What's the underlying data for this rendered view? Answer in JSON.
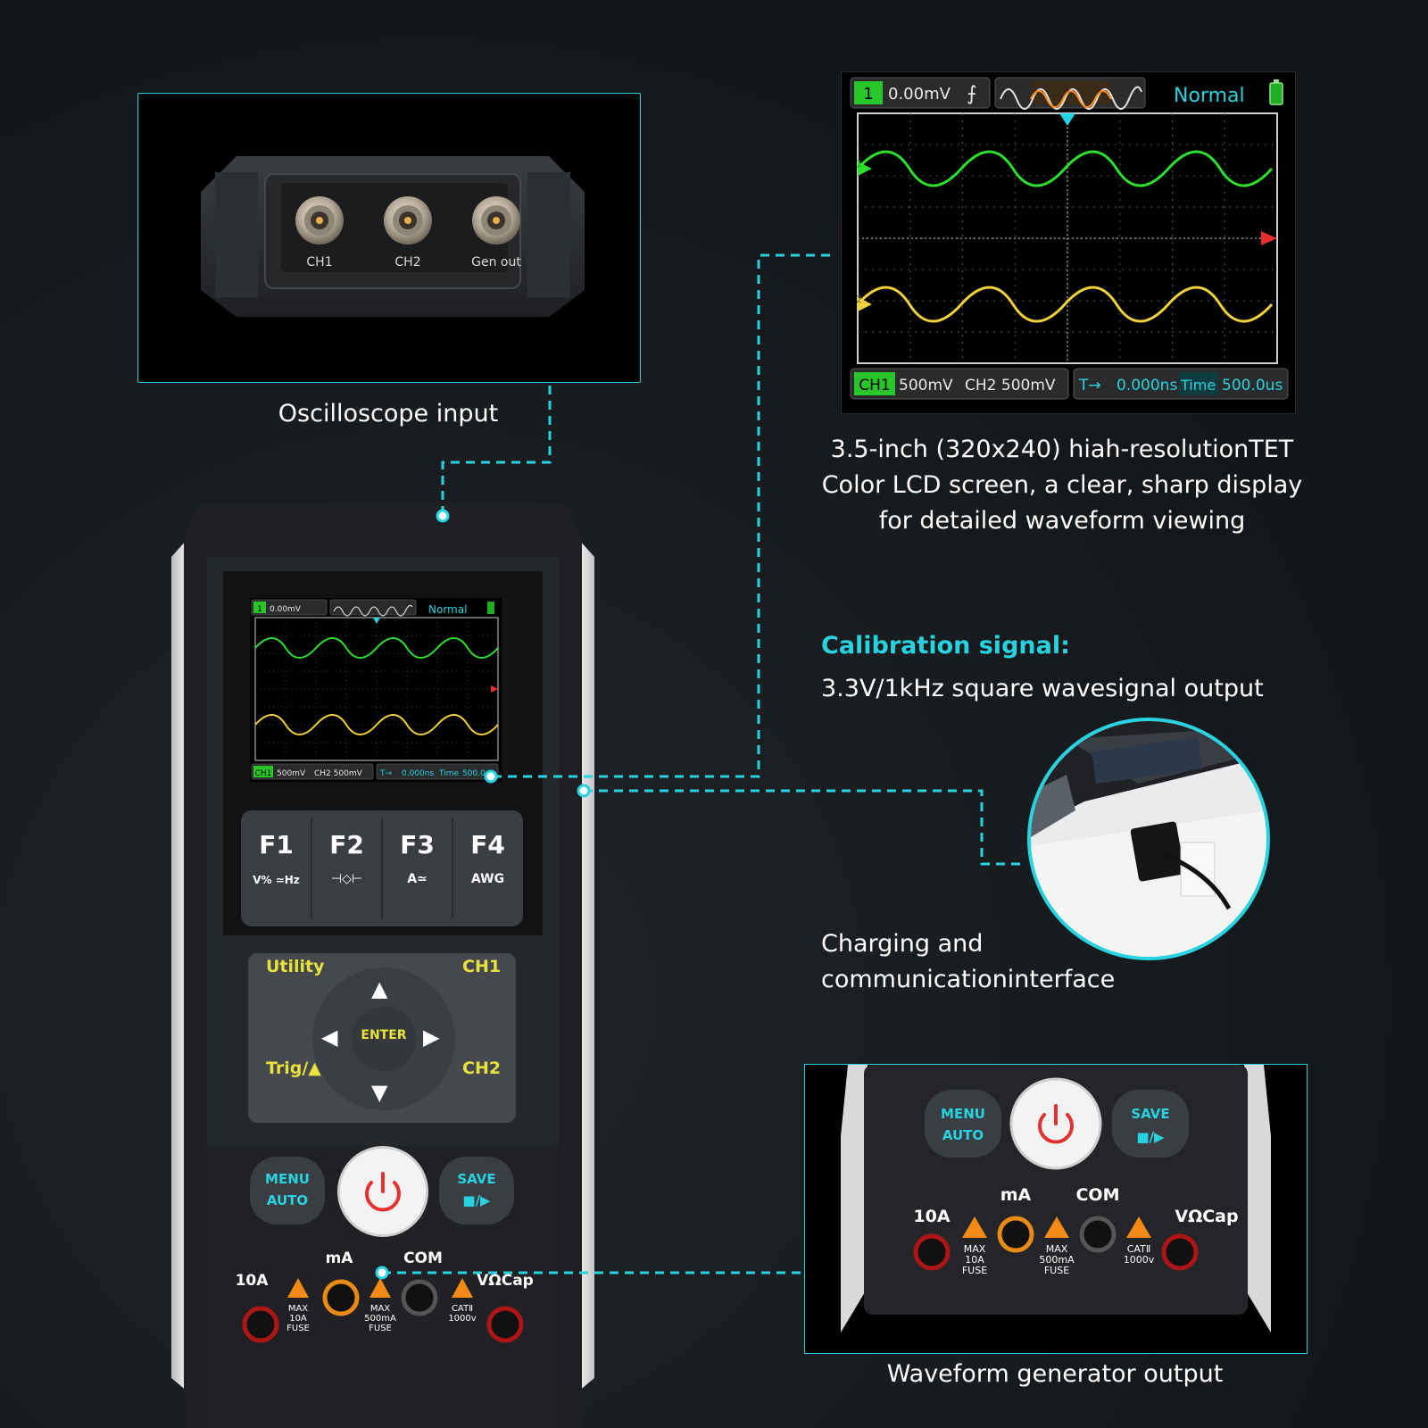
{
  "colors": {
    "accent": "#27d3e0",
    "ch1": "#3de03d",
    "ch2": "#f0d23a",
    "trigger": "#e53030",
    "button_label": "#e8e23c"
  },
  "captions": {
    "osc_input": "Oscilloscope input",
    "screen_line1": "3.5-inch (320x240) hiah-resolutionTET",
    "screen_line2": "Color LCD screen, a clear, sharp display",
    "screen_line3": "for detailed waveform viewing",
    "calib_title": "Calibration signal:",
    "calib_desc": "3.3V/1kHz square wavesignal output",
    "charge_line1": "Charging and",
    "charge_line2": "communicationinterface",
    "wavegen": "Waveform generator output"
  },
  "connectors": {
    "ch1": "CH1",
    "ch2": "CH2",
    "gen": "Gen out"
  },
  "scope": {
    "channel_badge": "1",
    "trigger_level": "0.00mV",
    "mode": "Normal",
    "ch1_label": "CH1",
    "ch1_scale": "500mV",
    "ch2_scale": "CH2 500mV",
    "t_label": "T→",
    "t_offset": "0.000ns",
    "time_label": "Time",
    "time_value": "500.0us",
    "ch1_marker": "1",
    "ch2_marker": "2"
  },
  "fkeys": [
    {
      "key": "F1",
      "sub": "V% ≃Hz"
    },
    {
      "key": "F2",
      "sub": "⊣◇⊢"
    },
    {
      "key": "F3",
      "sub": "A≃"
    },
    {
      "key": "F4",
      "sub": "AWG"
    }
  ],
  "dpad": {
    "utility": "Utility",
    "ch1": "CH1",
    "trig": "Trig/▲",
    "ch2": "CH2",
    "enter": "ENTER"
  },
  "buttons": {
    "menu": "MENU",
    "auto": "AUTO",
    "save": "SAVE",
    "save_icon": "■/▶"
  },
  "jacks": {
    "a10": "10A",
    "ma": "mA",
    "com": "COM",
    "vcap": "VΩCap",
    "max": "MAX",
    "fuse10": "10A",
    "fuse500": "500mA",
    "fuse": "FUSE",
    "cat": "CATⅡ",
    "cat_v": "1000v"
  }
}
